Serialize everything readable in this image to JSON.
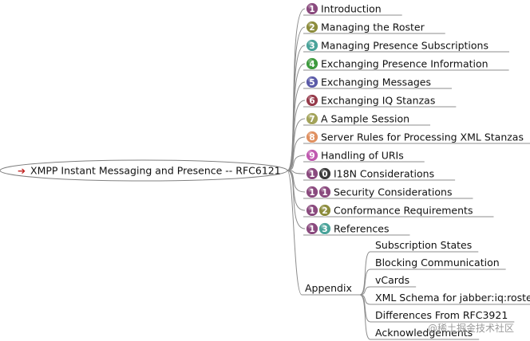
{
  "root": {
    "label": "XMPP Instant Messaging and Presence -- RFC6121",
    "arrow": "➔"
  },
  "badge_colors": {
    "1": "#8a4a7e",
    "2": "#8c8c3c",
    "3": "#4aa39a",
    "4": "#3e9a3e",
    "5": "#5a5aa8",
    "6": "#963a4a",
    "7": "#a3a35a",
    "8": "#e09060",
    "9": "#c05ab0",
    "0": "#3a3a3a"
  },
  "chapters": [
    {
      "digits": "1",
      "label": "Introduction"
    },
    {
      "digits": "2",
      "label": "Managing the Roster"
    },
    {
      "digits": "3",
      "label": "Managing Presence Subscriptions"
    },
    {
      "digits": "4",
      "label": "Exchanging Presence Information"
    },
    {
      "digits": "5",
      "label": "Exchanging Messages"
    },
    {
      "digits": "6",
      "label": "Exchanging IQ Stanzas"
    },
    {
      "digits": "7",
      "label": "A Sample Session"
    },
    {
      "digits": "8",
      "label": "Server Rules for Processing XML Stanzas"
    },
    {
      "digits": "9",
      "label": "Handling of URIs"
    },
    {
      "digits": "10",
      "label": "I18N Considerations"
    },
    {
      "digits": "11",
      "label": "Security Considerations"
    },
    {
      "digits": "12",
      "label": "Conformance Requirements"
    },
    {
      "digits": "13",
      "label": "References"
    }
  ],
  "appendix": {
    "label": "Appendix",
    "items": [
      "Subscription States",
      "Blocking Communication",
      "vCards",
      "XML Schema for jabber:iq:roster",
      "Differences From RFC3921",
      "Acknowledgements"
    ]
  },
  "watermark": "@稀土掘金技术社区"
}
